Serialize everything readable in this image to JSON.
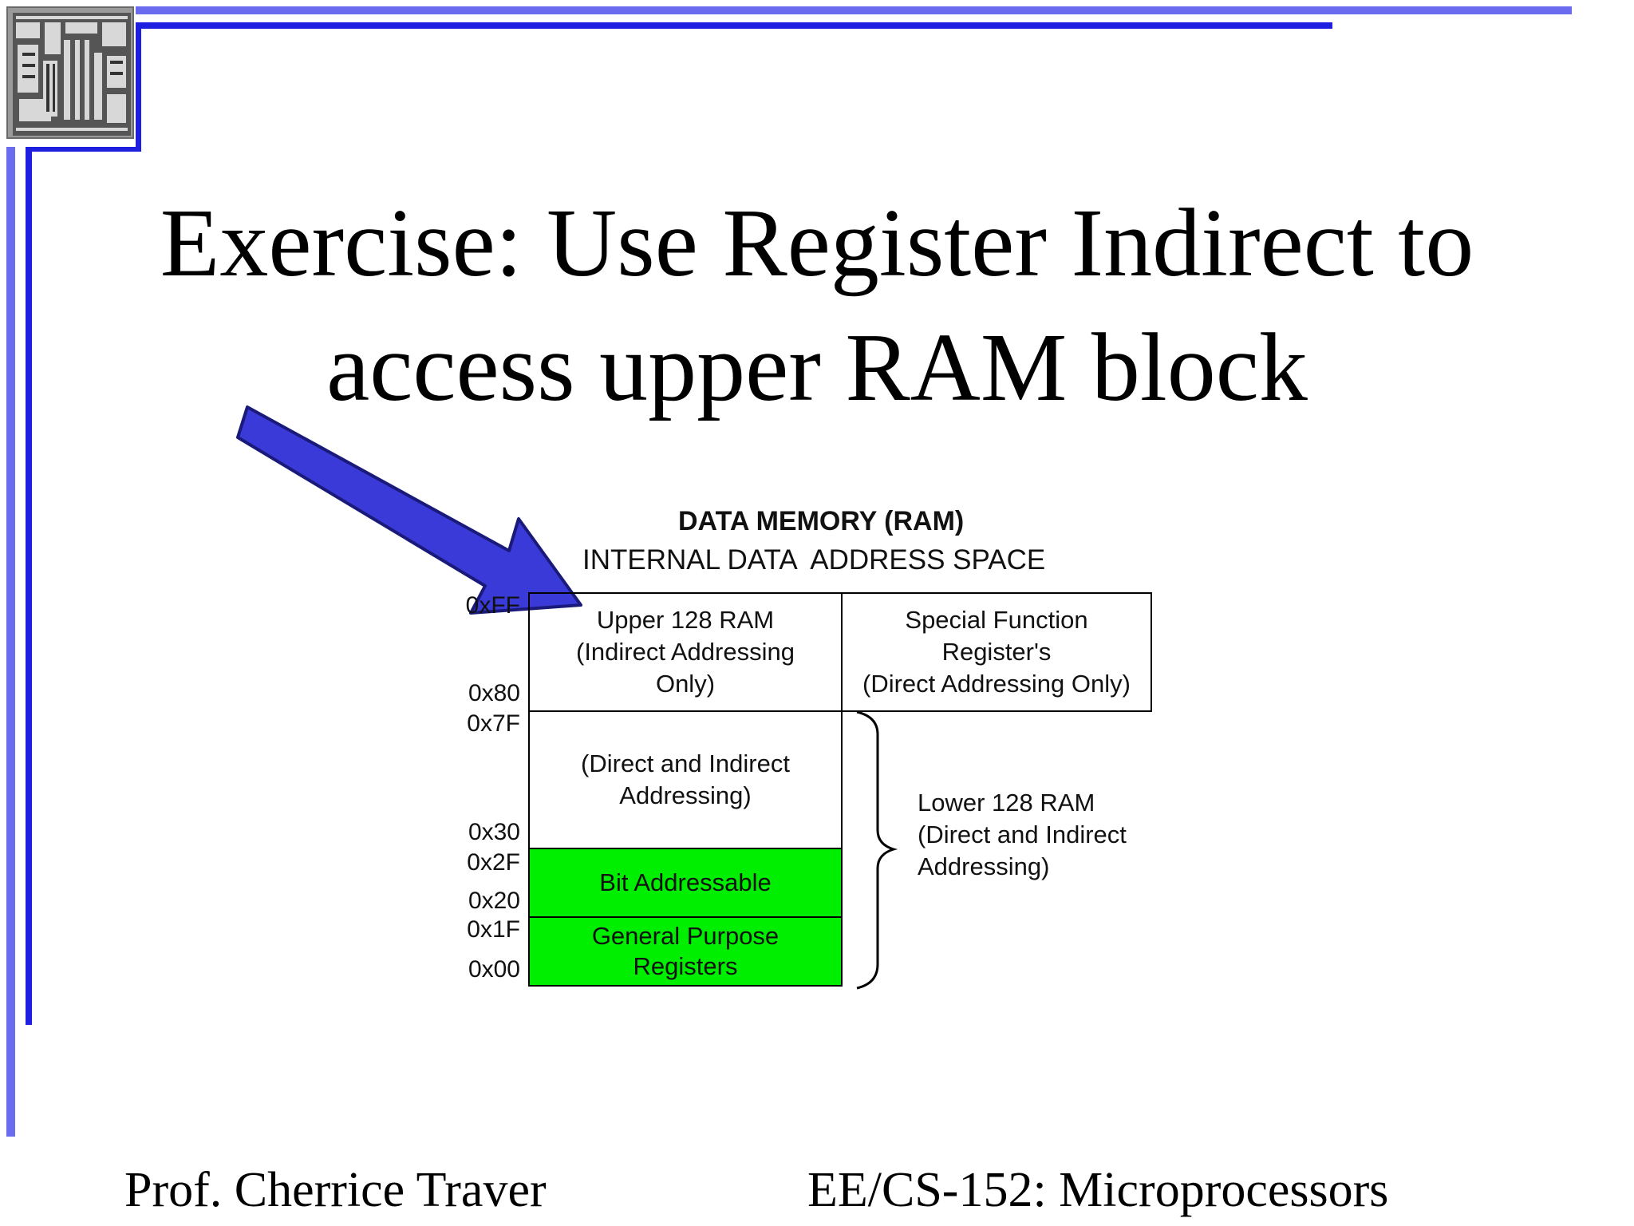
{
  "slide": {
    "title_line1": "Exercise: Use Register Indirect to",
    "title_line2": "access upper RAM block"
  },
  "diagram": {
    "heading": "DATA MEMORY (RAM)",
    "subheading": "INTERNAL DATA  ADDRESS SPACE",
    "addresses": {
      "ff": "0xFF",
      "a80": "0x80",
      "a7f": "0x7F",
      "a30": "0x30",
      "a2f": "0x2F",
      "a20": "0x20",
      "a1f": "0x1F",
      "a00": "0x00"
    },
    "blocks": {
      "upper": "Upper 128 RAM\n(Indirect Addressing\nOnly)",
      "sfr": "Special Function\nRegister's\n(Direct Addressing Only)",
      "direct_indirect": "(Direct and Indirect\nAddressing)",
      "bit_addressable": "Bit Addressable",
      "gp_registers": "General Purpose\nRegisters"
    },
    "lower_label": "Lower 128 RAM\n(Direct and Indirect\nAddressing)",
    "colors": {
      "green_fill": "#00ee00",
      "arrow": "#3a3ad8"
    }
  },
  "footer": {
    "left": "Prof. Cherrice Traver",
    "right": "EE/CS-152: Microprocessors"
  },
  "theme": {
    "accent_light": "#6666ee",
    "accent_dark": "#2222dd"
  }
}
